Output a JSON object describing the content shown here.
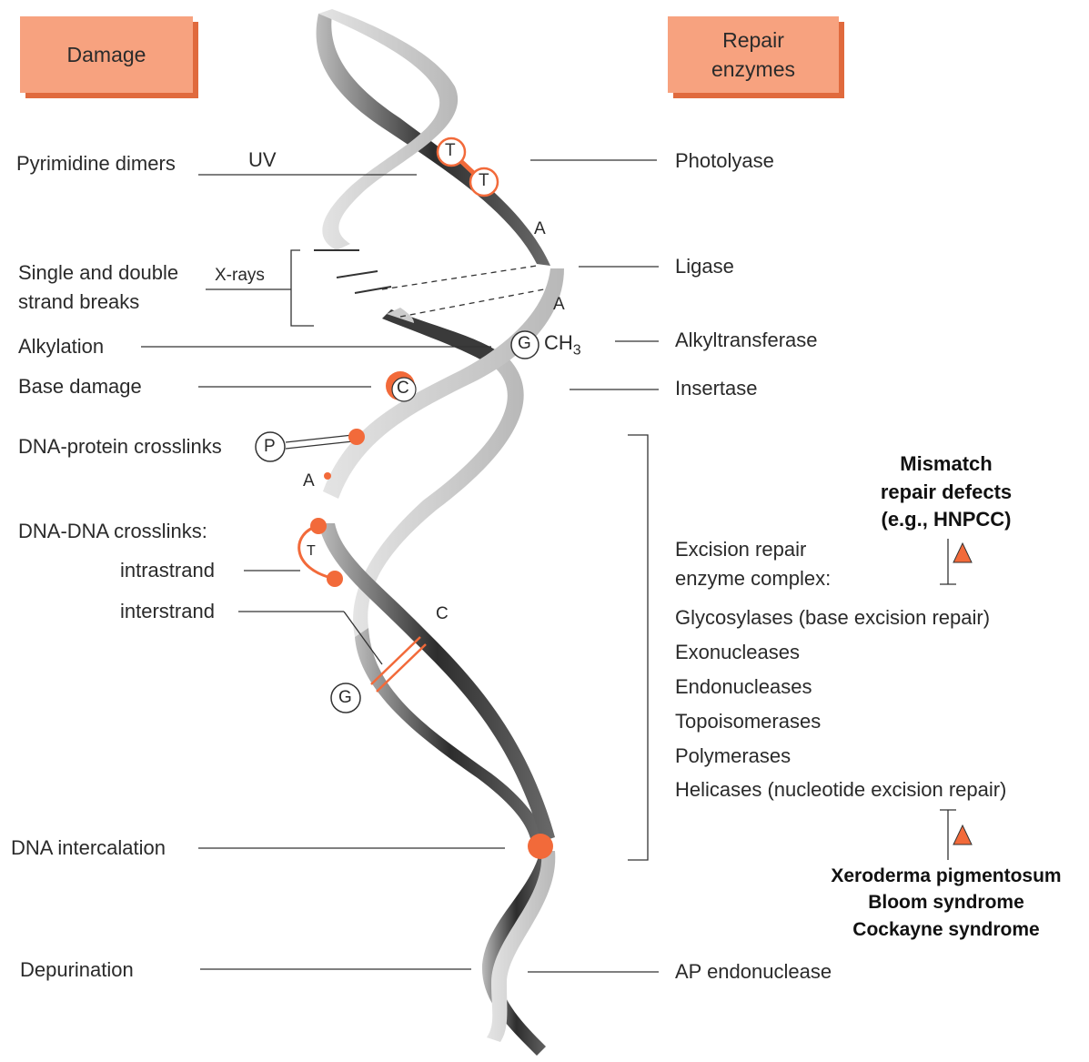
{
  "headers": {
    "damage": "Damage",
    "repair_line1": "Repair",
    "repair_line2": "enzymes"
  },
  "damage_labels": {
    "pyrimidine_dimers": "Pyrimidine dimers",
    "uv": "UV",
    "strand_breaks_line1": "Single and double",
    "strand_breaks_line2": "strand breaks",
    "xrays": "X-rays",
    "alkylation": "Alkylation",
    "base_damage": "Base damage",
    "dna_protein": "DNA-protein crosslinks",
    "dna_dna": "DNA-DNA crosslinks:",
    "intrastrand": "intrastrand",
    "interstrand": "interstrand",
    "intercalation": "DNA intercalation",
    "depurination": "Depurination"
  },
  "repair_labels": {
    "photolyase": "Photolyase",
    "ligase": "Ligase",
    "alkyltransferase": "Alkyltransferase",
    "insertase": "Insertase",
    "excision_line1": "Excision repair",
    "excision_line2": "enzyme complex:",
    "enzymes": [
      "Glycosylases (base excision repair)",
      "Exonucleases",
      "Endonucleases",
      "Topoisomerases",
      "Polymerases",
      "Helicases (nucleotide excision repair)"
    ],
    "ap_endonuclease": "AP endonuclease"
  },
  "defects": {
    "mismatch_line1": "Mismatch",
    "mismatch_line2": "repair defects",
    "mismatch_line3": "(e.g., HNPCC)",
    "syndromes": [
      "Xeroderma pigmentosum",
      "Bloom syndrome",
      "Cockayne syndrome"
    ]
  },
  "helix_letters": {
    "t1": "T",
    "t2": "T",
    "a1": "A",
    "a2": "A",
    "g_alk": "G",
    "ch3": "CH",
    "ch3_sub": "3",
    "c_base": "C",
    "p": "P",
    "a3": "A",
    "t_intra": "T",
    "c_inter": "C",
    "g_inter": "G"
  },
  "colors": {
    "accent": "#f26a3a",
    "box_fill": "#f7a27f",
    "box_shadow": "#e06a3d",
    "strand_dark": "#3a3a3a",
    "strand_light": "#c9c9c9"
  }
}
